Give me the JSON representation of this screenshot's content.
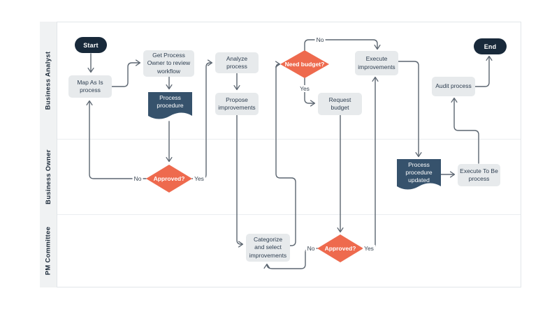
{
  "diagram": {
    "type": "swimlane-flowchart",
    "colors": {
      "terminator_fill": "#18293a",
      "document_fill": "#36526c",
      "task_fill": "#e7eaec",
      "decision_fill": "#ee6a4e",
      "connector": "#5b6570",
      "lane_strip_bg": "#f0f2f3",
      "frame_border": "#e2e6e9"
    },
    "lanes": [
      {
        "label": "Business Analyst"
      },
      {
        "label": "Business Owner"
      },
      {
        "label": "PM Committee"
      }
    ],
    "nodes": {
      "start": {
        "label": "Start",
        "shape": "terminator"
      },
      "map_as_is": {
        "label": "Map As Is process",
        "shape": "task"
      },
      "get_process_owner": {
        "label": "Get Process Owner to review workflow",
        "shape": "task"
      },
      "process_procedure": {
        "label": "Process procedure",
        "shape": "document"
      },
      "analyze": {
        "label": "Analyze process",
        "shape": "task"
      },
      "propose": {
        "label": "Propose improvements",
        "shape": "task"
      },
      "need_budget": {
        "label": "Need budget?",
        "shape": "decision"
      },
      "request_budget": {
        "label": "Request budget",
        "shape": "task"
      },
      "execute_improvements": {
        "label": "Execute improvements",
        "shape": "task"
      },
      "audit": {
        "label": "Audit process",
        "shape": "task"
      },
      "end": {
        "label": "End",
        "shape": "terminator"
      },
      "approved_owner": {
        "label": "Approved?",
        "shape": "decision"
      },
      "process_procedure_updated": {
        "label": "Process procedure updated",
        "shape": "document"
      },
      "execute_to_be": {
        "label": "Execute To Be process",
        "shape": "task"
      },
      "categorize": {
        "label": "Categorize and select improvements",
        "shape": "task"
      },
      "approved_pm": {
        "label": "Approved?",
        "shape": "decision"
      }
    },
    "edge_labels": {
      "need_budget_no": "No",
      "need_budget_yes": "Yes",
      "approved_owner_no": "No",
      "approved_owner_yes": "Yes",
      "approved_pm_no": "No",
      "approved_pm_yes": "Yes"
    }
  }
}
